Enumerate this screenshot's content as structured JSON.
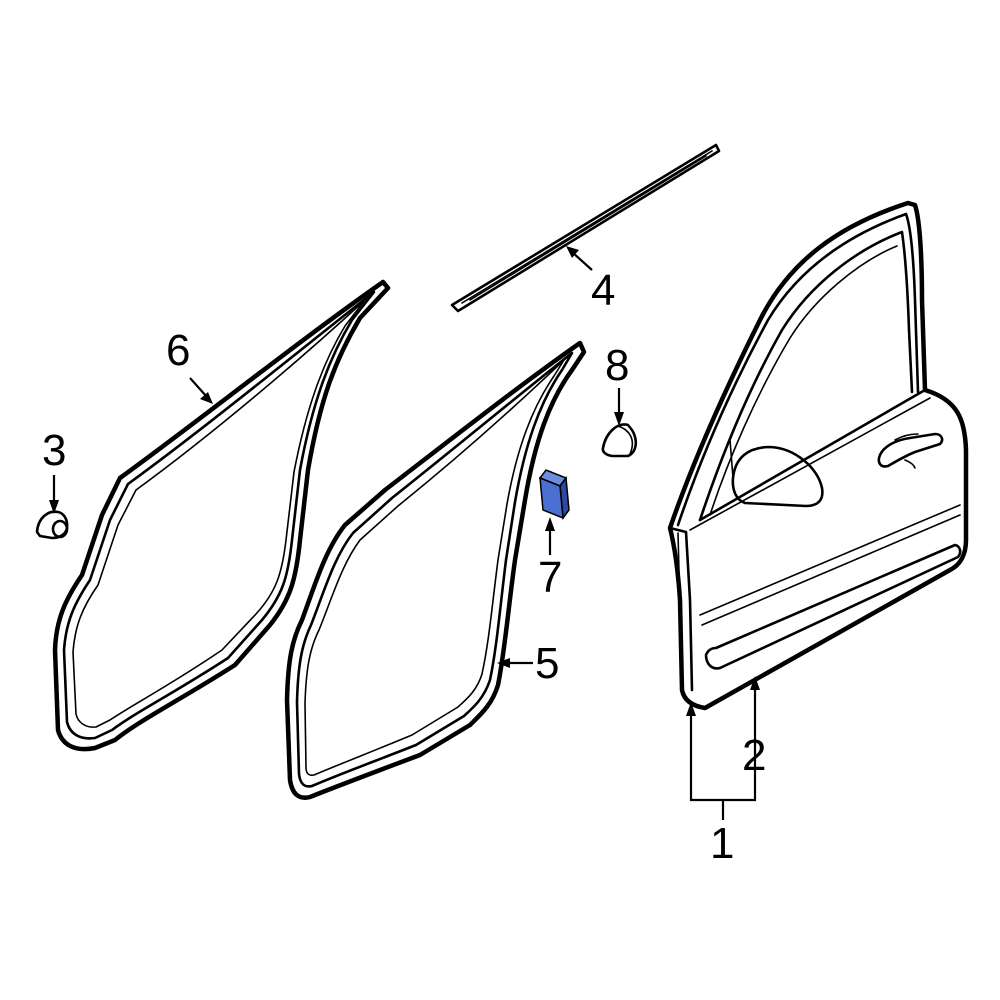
{
  "callouts": [
    {
      "id": "1",
      "label": "1"
    },
    {
      "id": "2",
      "label": "2"
    },
    {
      "id": "3",
      "label": "3"
    },
    {
      "id": "4",
      "label": "4"
    },
    {
      "id": "5",
      "label": "5"
    },
    {
      "id": "6",
      "label": "6"
    },
    {
      "id": "7",
      "label": "7"
    },
    {
      "id": "8",
      "label": "8"
    }
  ],
  "colors": {
    "highlight_fill": "#4a6fd0",
    "highlight_dark": "#2c4aa0",
    "line": "#000000",
    "background": "#ffffff"
  }
}
